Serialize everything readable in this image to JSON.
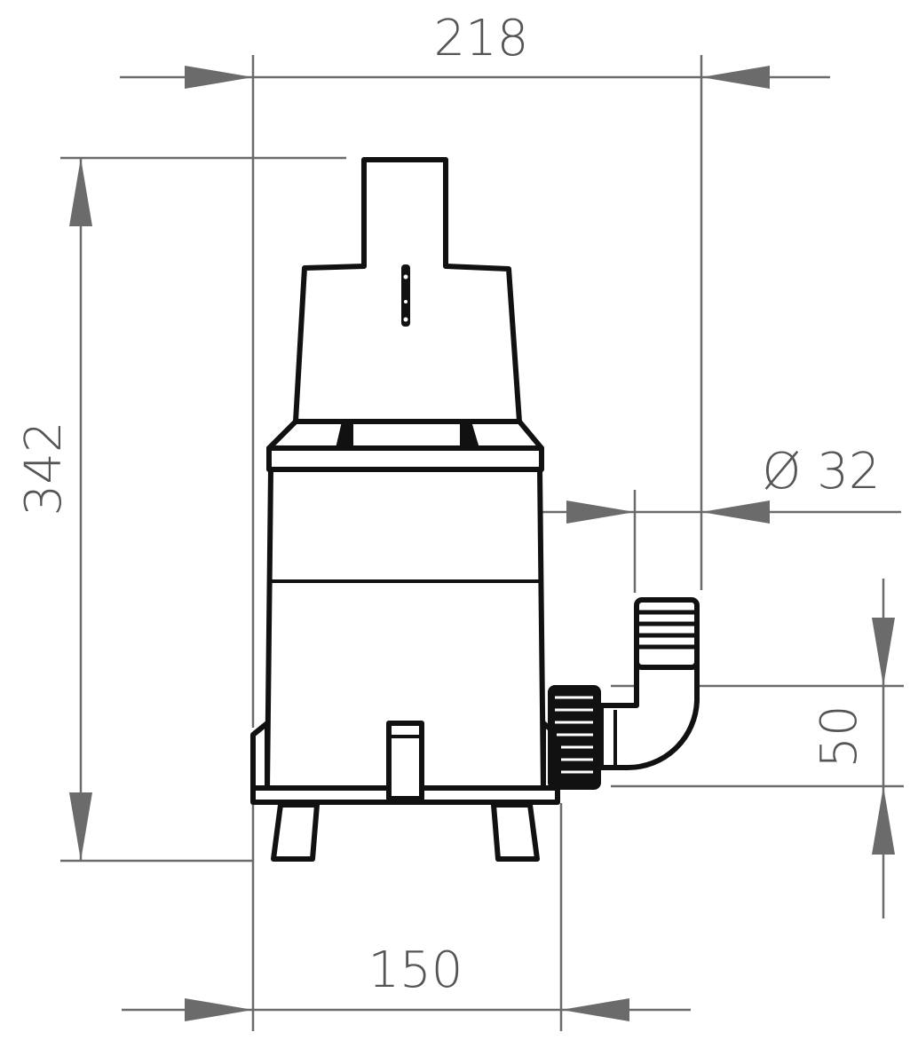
{
  "drawing": {
    "subject": "submersible pump technical dimension drawing",
    "units": "mm",
    "line_color": "#6b6b6b",
    "outline_color": "#111111",
    "text_color": "#555555"
  },
  "dimensions": {
    "overall_width": {
      "label": "218",
      "value": 218,
      "orientation": "horizontal",
      "position": "top"
    },
    "overall_height": {
      "label": "342",
      "value": 342,
      "orientation": "vertical",
      "position": "left"
    },
    "outlet_diameter": {
      "label": "Ø 32",
      "symbol": "Ø",
      "value": 32,
      "orientation": "horizontal",
      "position": "right"
    },
    "outlet_height": {
      "label": "50",
      "value": 50,
      "orientation": "vertical",
      "position": "right"
    },
    "base_width": {
      "label": "150",
      "value": 150,
      "orientation": "horizontal",
      "position": "bottom"
    }
  }
}
